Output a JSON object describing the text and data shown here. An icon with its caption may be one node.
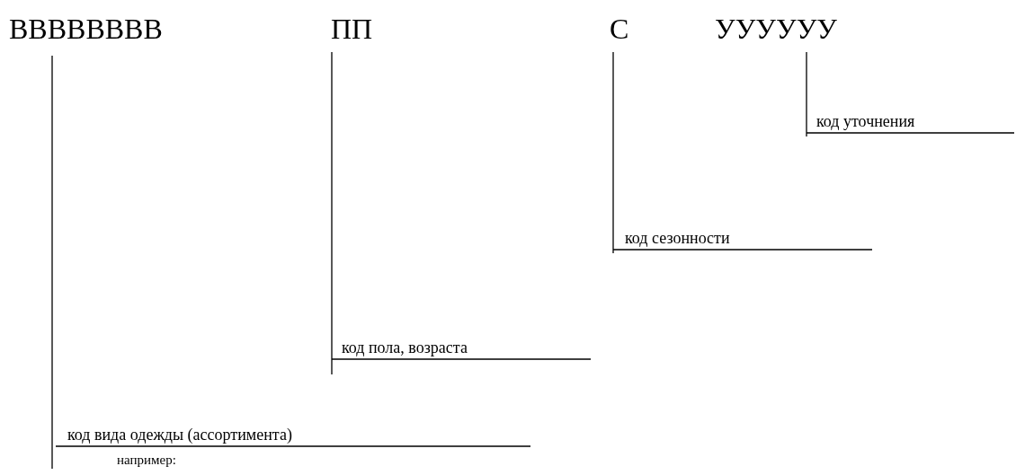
{
  "diagram": {
    "nodes": [
      {
        "text": [
          "ВВВВВВВВ"
        ]
      },
      {
        "text": [
          "ПП"
        ]
      },
      {
        "text": [
          "С"
        ]
      },
      {
        "text": [
          "УУУУУУ"
        ]
      },
      {
        "text": [
          "код уточнения"
        ]
      },
      {
        "text": [
          "код сезонности"
        ]
      },
      {
        "text": [
          "код пола,  возраста"
        ]
      },
      {
        "text": [
          "код вида одежды (ассортимента)"
        ]
      }
    ],
    "edges": [
      {
        "from": 3,
        "to": 4,
        "arrow": "none"
      },
      {
        "from": 2,
        "to": 5,
        "arrow": "none"
      },
      {
        "from": 1,
        "to": 6,
        "arrow": "none"
      },
      {
        "from": 0,
        "to": 7,
        "arrow": "none"
      }
    ],
    "labels": [
      "например:"
    ]
  }
}
